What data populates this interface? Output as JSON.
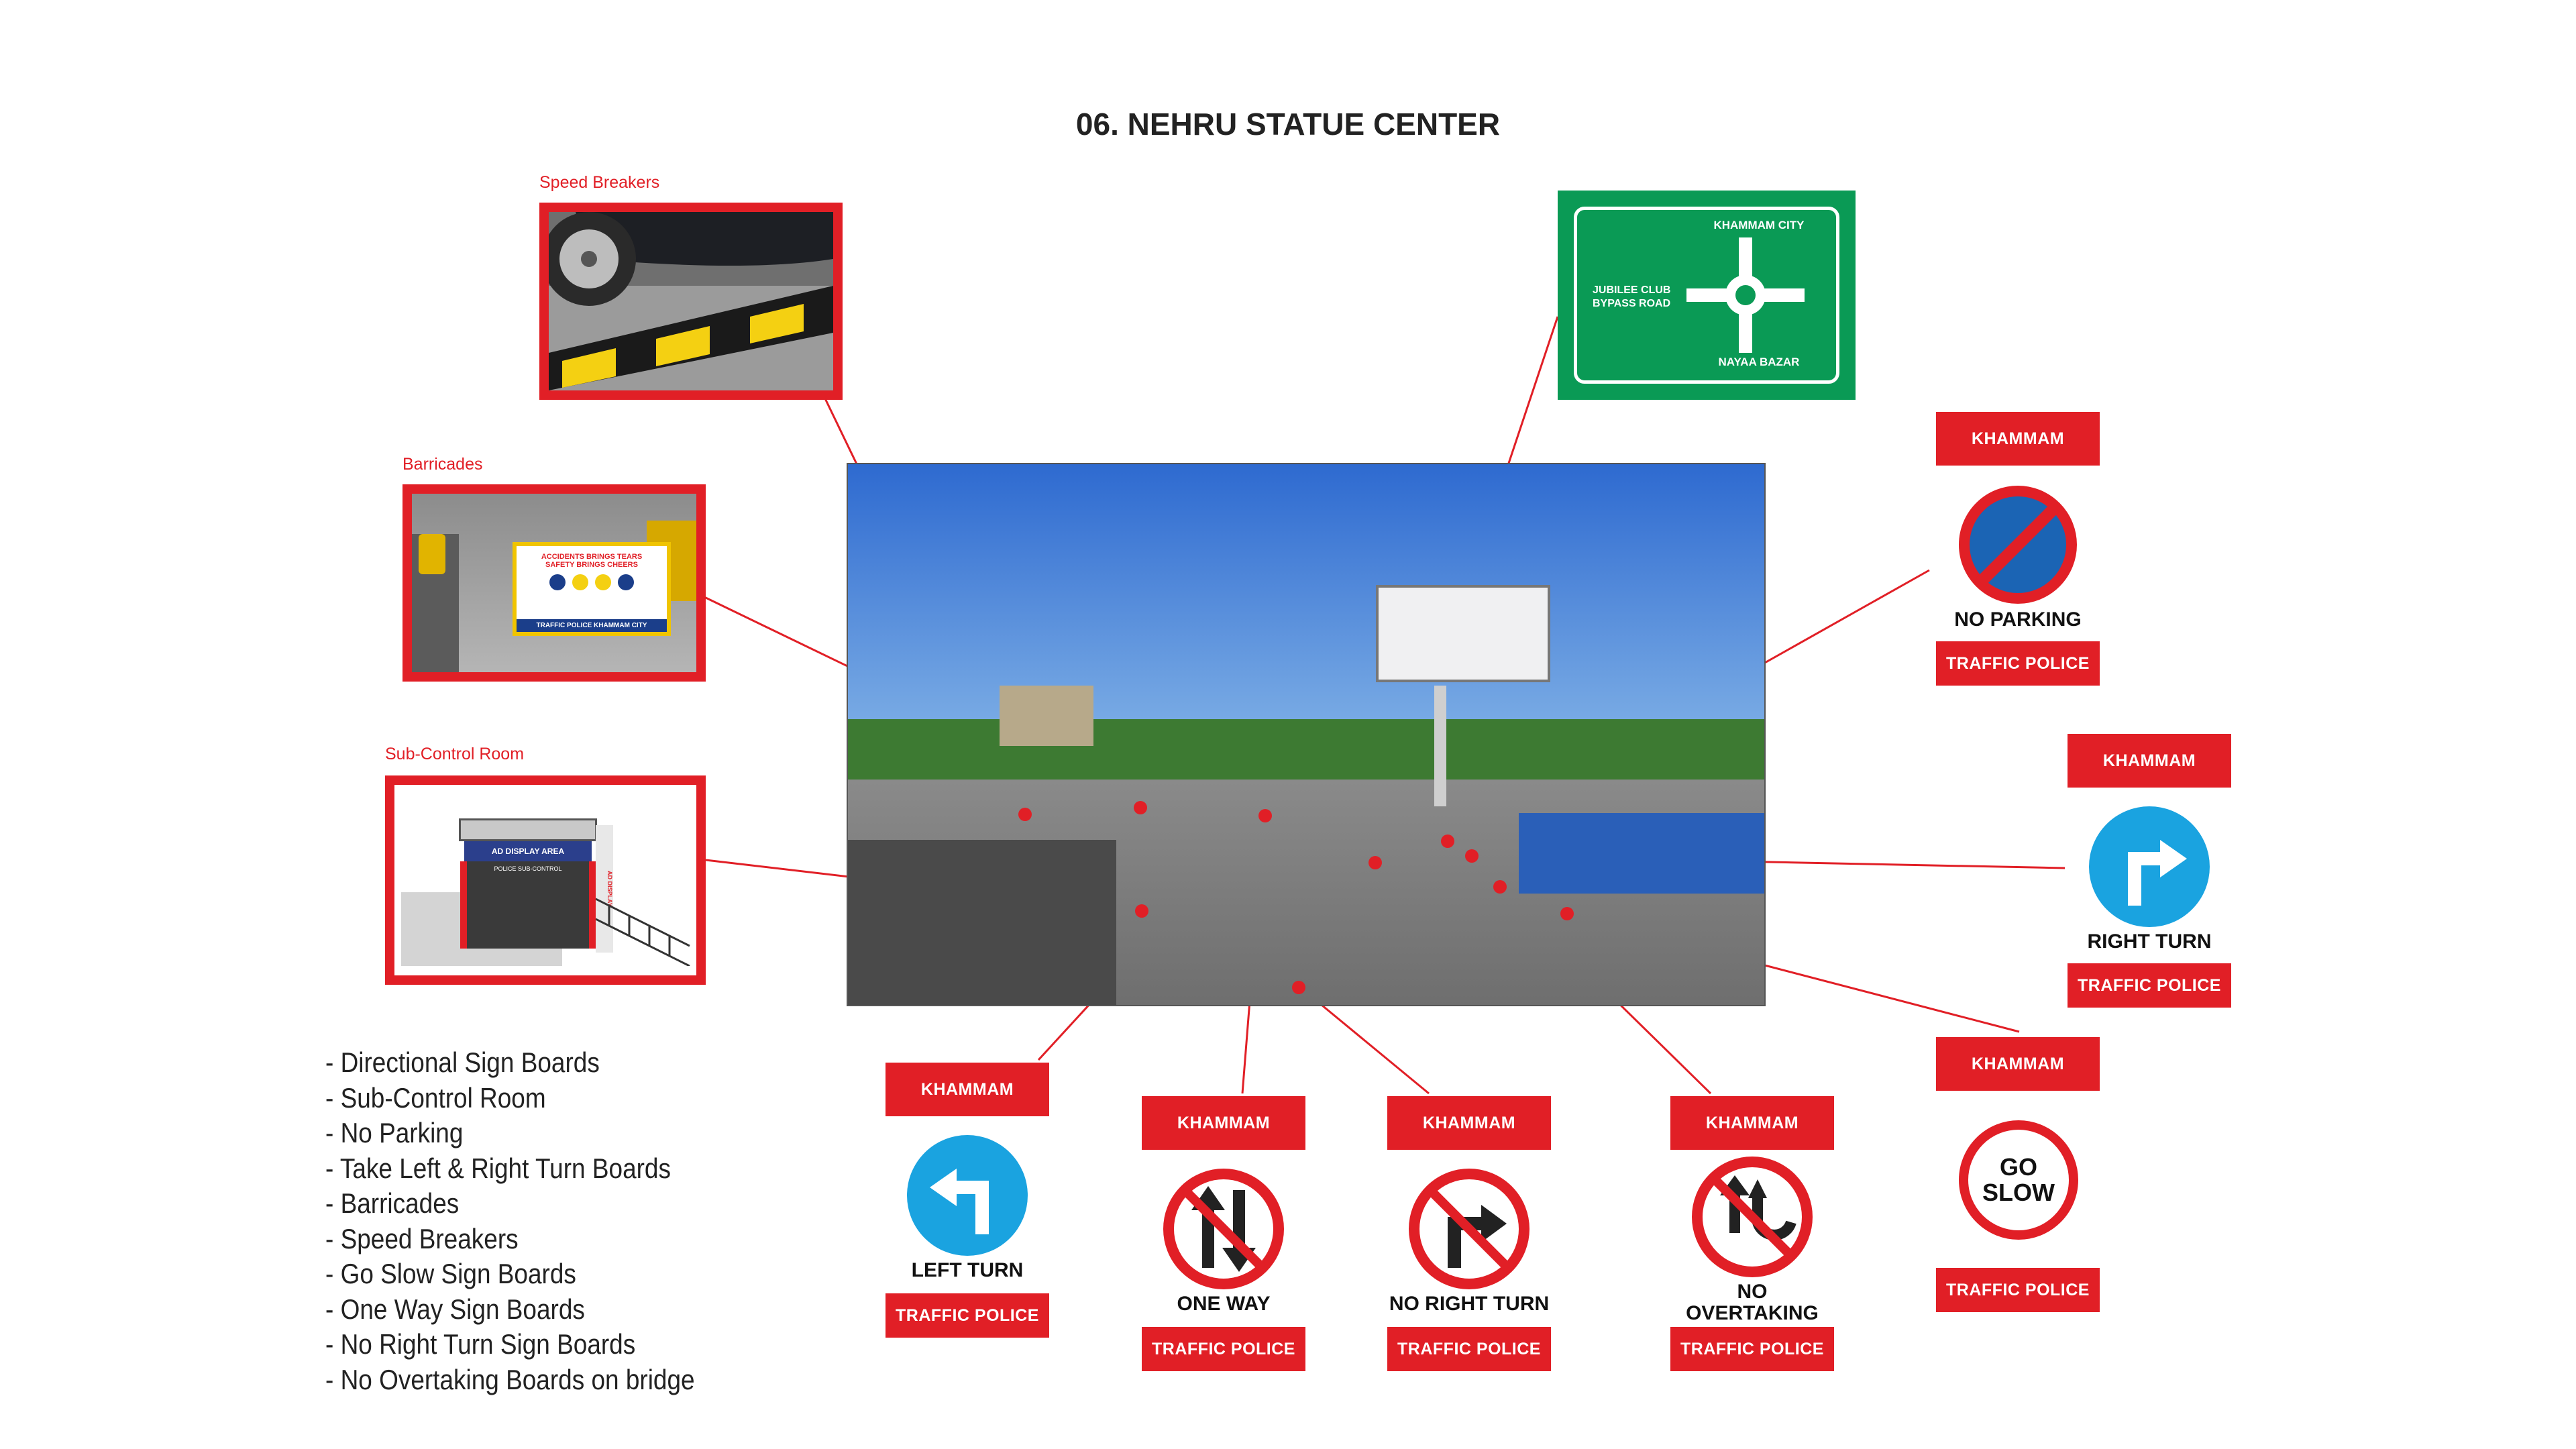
{
  "title": "06. NEHRU STATUE CENTER",
  "labels": {
    "speed_breakers": "Speed Breakers",
    "barricades": "Barricades",
    "sub_control_room": "Sub-Control Room"
  },
  "barricade_board": {
    "line1": "ACCIDENTS BRINGS TEARS",
    "line2": "SAFETY BRINGS CHEERS",
    "footer": "TRAFFIC POLICE KHAMMAM CITY"
  },
  "control_room": {
    "ad_text": "AD DISPLAY AREA",
    "side_text": "AD DISPLAY",
    "room_text": "POLICE SUB-CONTROL"
  },
  "direction_board": {
    "north": "KHAMMAM CITY",
    "west_line1": "JUBILEE CLUB",
    "west_line2": "BYPASS ROAD",
    "south": "NAYAA BAZAR"
  },
  "signs": {
    "header": "KHAMMAM",
    "footer": "TRAFFIC POLICE",
    "no_parking": "NO PARKING",
    "right_turn": "RIGHT TURN",
    "go_slow_line1": "GO",
    "go_slow_line2": "SLOW",
    "left_turn": "LEFT TURN",
    "one_way": "ONE WAY",
    "no_right_turn": "NO RIGHT TURN",
    "no_overtaking_line1": "NO",
    "no_overtaking_line2": "OVERTAKING"
  },
  "checklist": [
    "- Directional Sign Boards",
    "- Sub-Control Room",
    "- No Parking",
    "- Take Left & Right Turn Boards",
    "- Barricades",
    "- Speed Breakers",
    "- Go Slow Sign Boards",
    "- One Way Sign Boards",
    "- No Right Turn Sign Boards",
    "- No Overtaking Boards on bridge"
  ],
  "colors": {
    "accent_red": "#e11f26",
    "sign_blue": "#1aa3e0",
    "board_green": "#0a9a55",
    "no_parking_blue": "#1b64b4"
  }
}
